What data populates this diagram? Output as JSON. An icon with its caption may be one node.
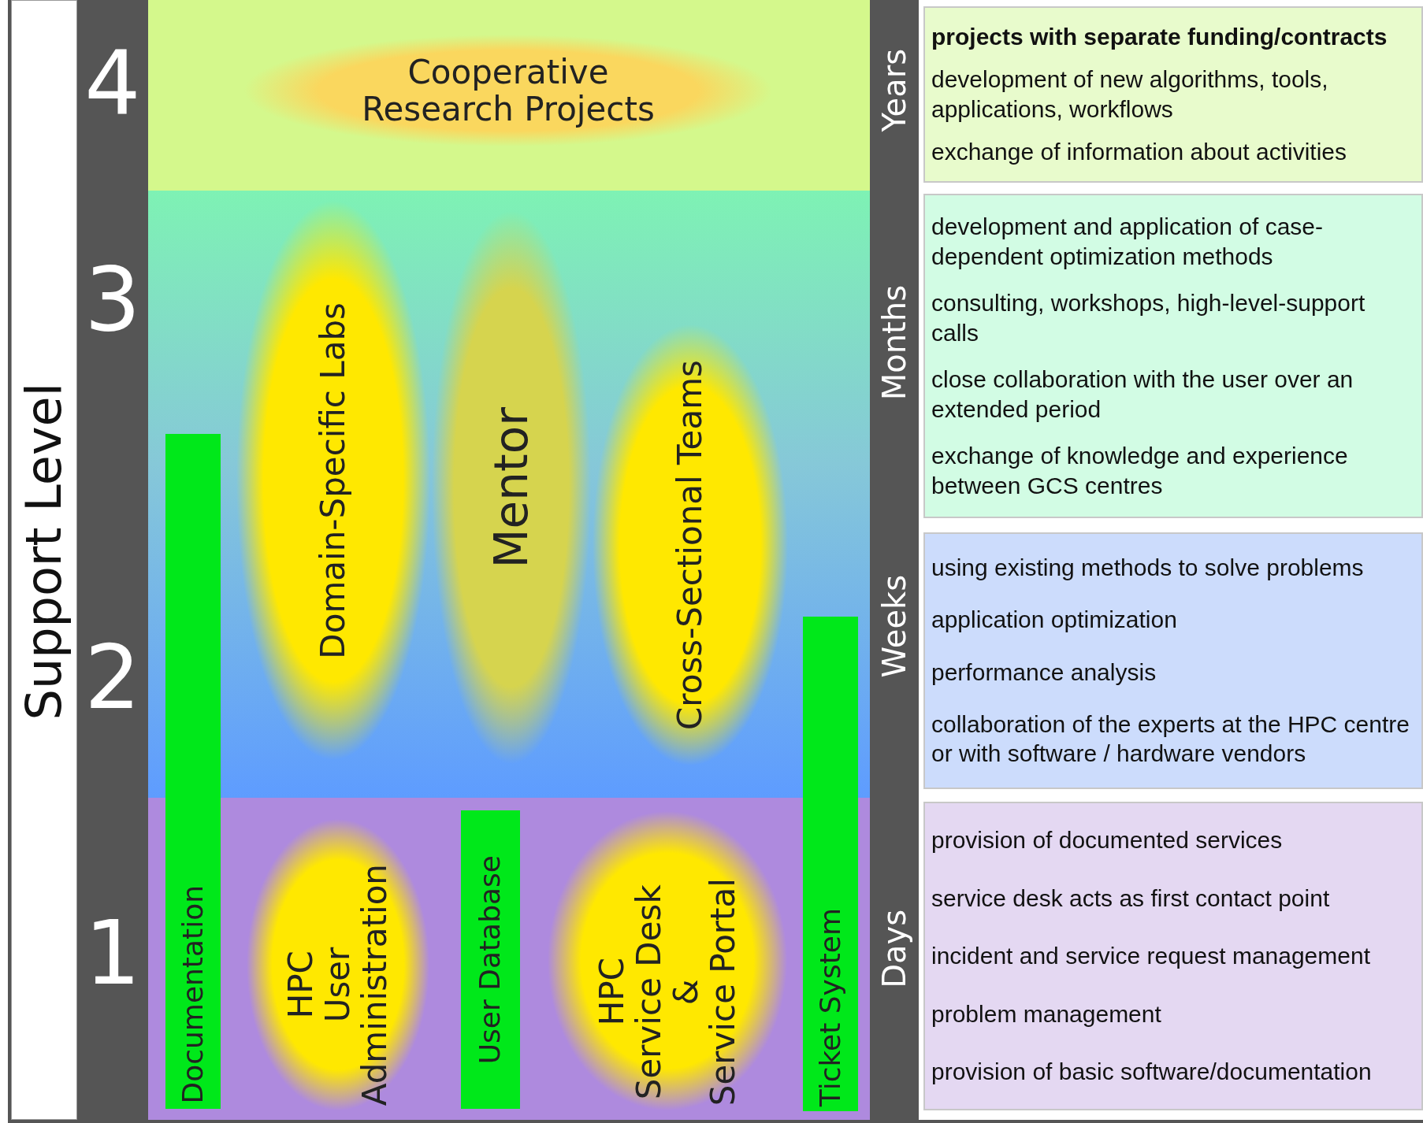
{
  "diagram": {
    "nodes": [
      {
        "text": [
          "Cooperative Research Projects"
        ]
      },
      {
        "text": [
          "Domain-Specific Labs"
        ]
      },
      {
        "text": [
          "Mentor"
        ]
      },
      {
        "text": [
          "Cross-Sectional Teams"
        ]
      },
      {
        "text": [
          "Documentation"
        ]
      },
      {
        "text": [
          "HPC User Administration"
        ]
      },
      {
        "text": [
          "User Database"
        ]
      },
      {
        "text": [
          "HPC Service Desk & Service Portal"
        ]
      },
      {
        "text": [
          "Ticket System"
        ]
      },
      {
        "text": [
          "projects with separate funding/contracts",
          "development of new algorithms, tools, applications, workflows",
          "exchange of information about activities"
        ]
      },
      {
        "text": [
          "development and application of case-dependent optimization methods",
          "consulting, workshops, high-level-support calls",
          "close collaboration with the user over an extended period",
          "exchange of knowledge and experience between GCS centres"
        ]
      },
      {
        "text": [
          "using existing methods to solve problems",
          "application optimization",
          "performance analysis",
          "collaboration of the experts at the HPC centre or with software / hardware vendors"
        ]
      },
      {
        "text": [
          "provision of documented services",
          "service desk acts as first contact point",
          "incident and service request management",
          "problem management",
          "provision of basic software/documentation"
        ]
      }
    ],
    "labels": [
      "Support Level",
      "4",
      "3",
      "2",
      "1",
      "Years",
      "Months",
      "Weeks",
      "Days"
    ]
  }
}
